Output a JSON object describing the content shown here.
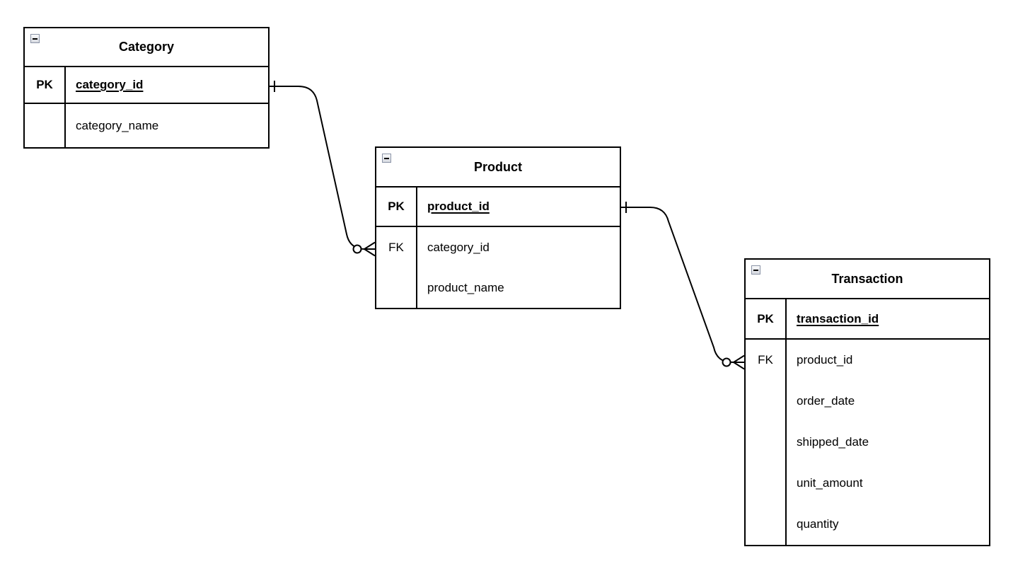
{
  "diagram": {
    "type": "entity-relationship-diagram",
    "background_color": "#ffffff",
    "line_color": "#000000",
    "collapse_icon": "minus-collapse-icon",
    "entities": [
      {
        "title": "Category",
        "primary_key": {
          "label": "PK",
          "field": "category_id"
        },
        "foreign_key_label": "",
        "fields": [
          "category_name"
        ]
      },
      {
        "title": "Product",
        "primary_key": {
          "label": "PK",
          "field": "product_id"
        },
        "foreign_key_label": "FK",
        "fields": [
          "category_id",
          "product_name"
        ]
      },
      {
        "title": "Transaction",
        "primary_key": {
          "label": "PK",
          "field": "transaction_id"
        },
        "foreign_key_label": "FK",
        "fields": [
          "product_id",
          "order_date",
          "shipped_date",
          "unit_amount",
          "quantity"
        ]
      }
    ],
    "relationships": [
      {
        "from": "Category.category_id",
        "to": "Product.category_id",
        "from_cardinality": "one",
        "to_cardinality": "zero-or-many"
      },
      {
        "from": "Product.product_id",
        "to": "Transaction.product_id",
        "from_cardinality": "one",
        "to_cardinality": "zero-or-many"
      }
    ]
  }
}
